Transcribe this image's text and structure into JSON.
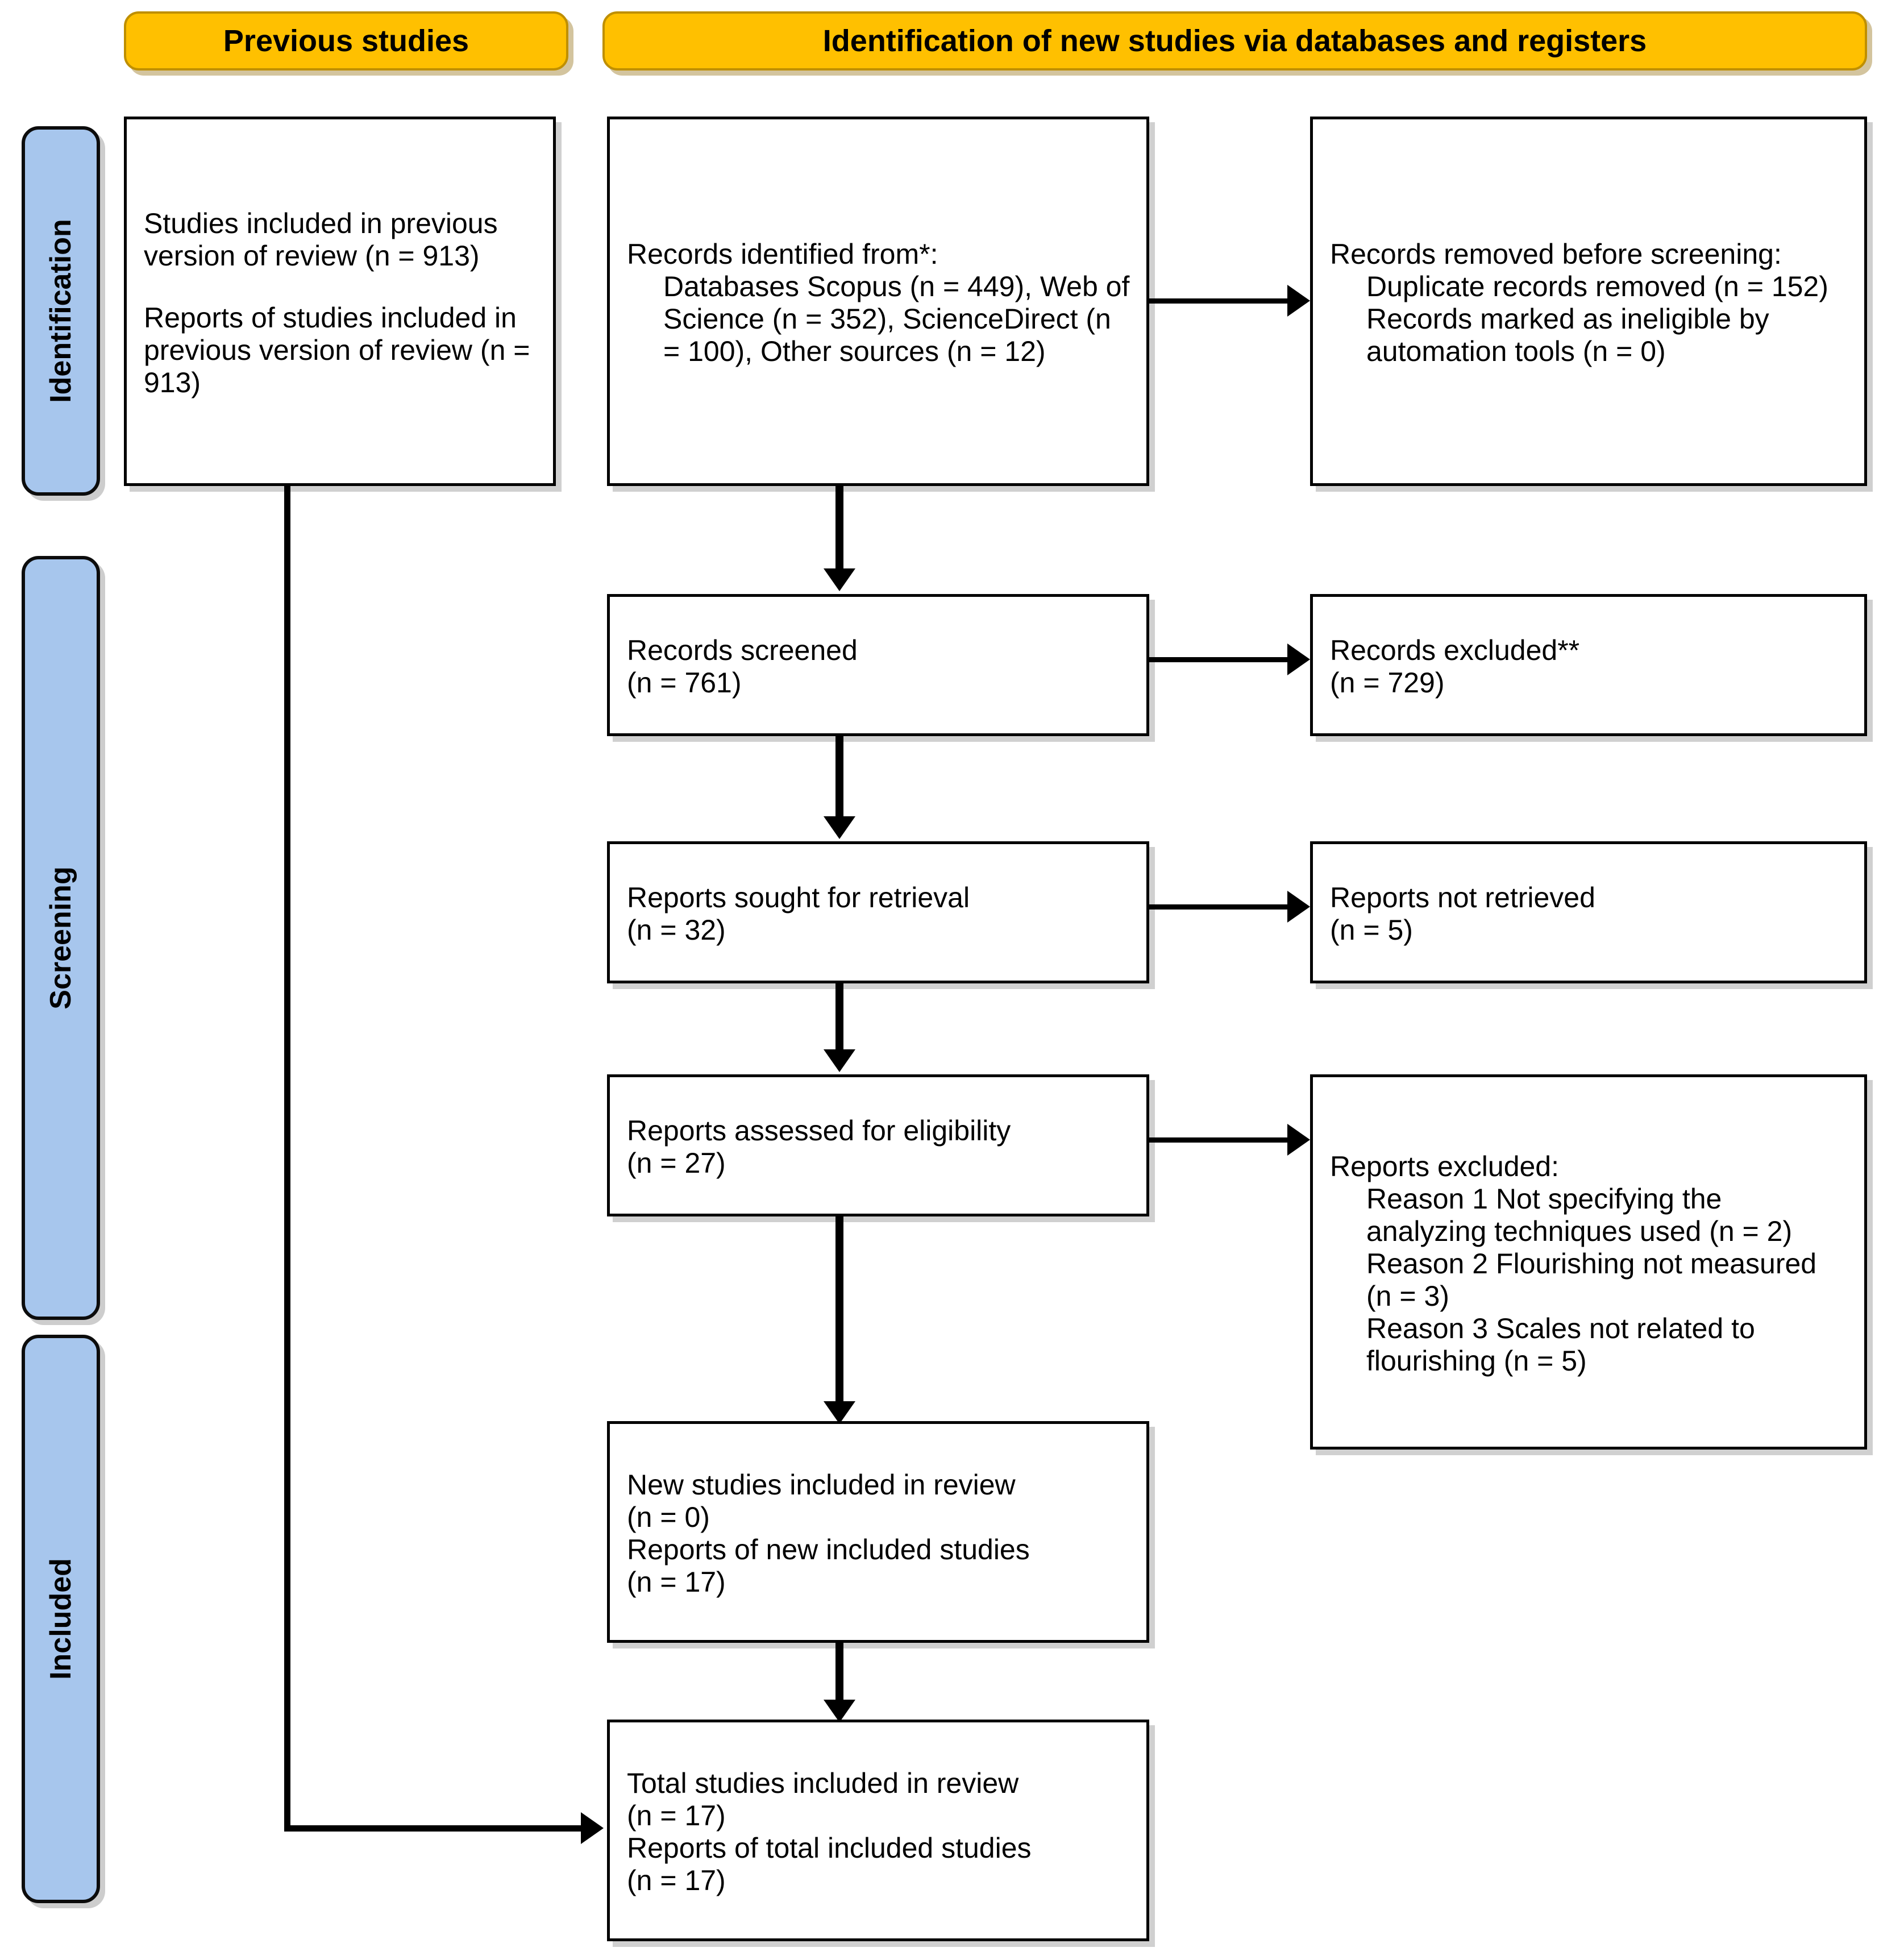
{
  "diagram": {
    "title": "PRISMA 2020 flow diagram for updated systematic reviews",
    "colors": {
      "header_fill": "#FFC000",
      "header_border": "#BF8F00",
      "phase_fill": "#A7C6ED",
      "box_fill": "#FFFFFF",
      "line": "#000000"
    }
  },
  "headers": {
    "previous": "Previous studies",
    "identification": "Identification of new studies via databases and registers"
  },
  "phases": {
    "identification": "Identification",
    "screening": "Screening",
    "included": "Included"
  },
  "boxes": {
    "previous_studies": {
      "line1": "Studies included in previous version of review (n = 913)",
      "line2": "Reports of studies included in previous version of review (n = 913)"
    },
    "records_identified": {
      "title": "Records identified from*:",
      "detail": "Databases Scopus (n = 449), Web of Science (n = 352), ScienceDirect (n = 100), Other sources (n = 12)"
    },
    "records_removed": {
      "title": "Records removed before screening:",
      "detail1": "Duplicate records removed (n = 152)",
      "detail2": "Records marked as ineligible by automation tools (n = 0)"
    },
    "records_screened": {
      "label": "Records screened",
      "count": "(n = 761)"
    },
    "records_excluded": {
      "label": "Records excluded**",
      "count": "(n = 729)"
    },
    "reports_sought": {
      "label": "Reports sought for retrieval",
      "count": "(n = 32)"
    },
    "reports_not_retrieved": {
      "label": "Reports not retrieved",
      "count": "(n = 5)"
    },
    "reports_assessed": {
      "label": "Reports assessed for eligibility",
      "count": "(n = 27)"
    },
    "reports_excluded": {
      "title": "Reports excluded:",
      "reason1": "Reason 1 Not specifying the analyzing techniques used (n = 2)",
      "reason2": "Reason 2 Flourishing not measured (n = 3)",
      "reason3": "Reason 3 Scales not related to flourishing (n = 5)"
    },
    "new_studies_included": {
      "line1": "New studies included in review",
      "count1": "(n = 0)",
      "line2": "Reports of new included studies",
      "count2": "(n = 17)"
    },
    "total_studies_included": {
      "line1": "Total studies included in review",
      "count1": "(n = 17)",
      "line2": "Reports of total included studies",
      "count2": "(n = 17)"
    }
  }
}
